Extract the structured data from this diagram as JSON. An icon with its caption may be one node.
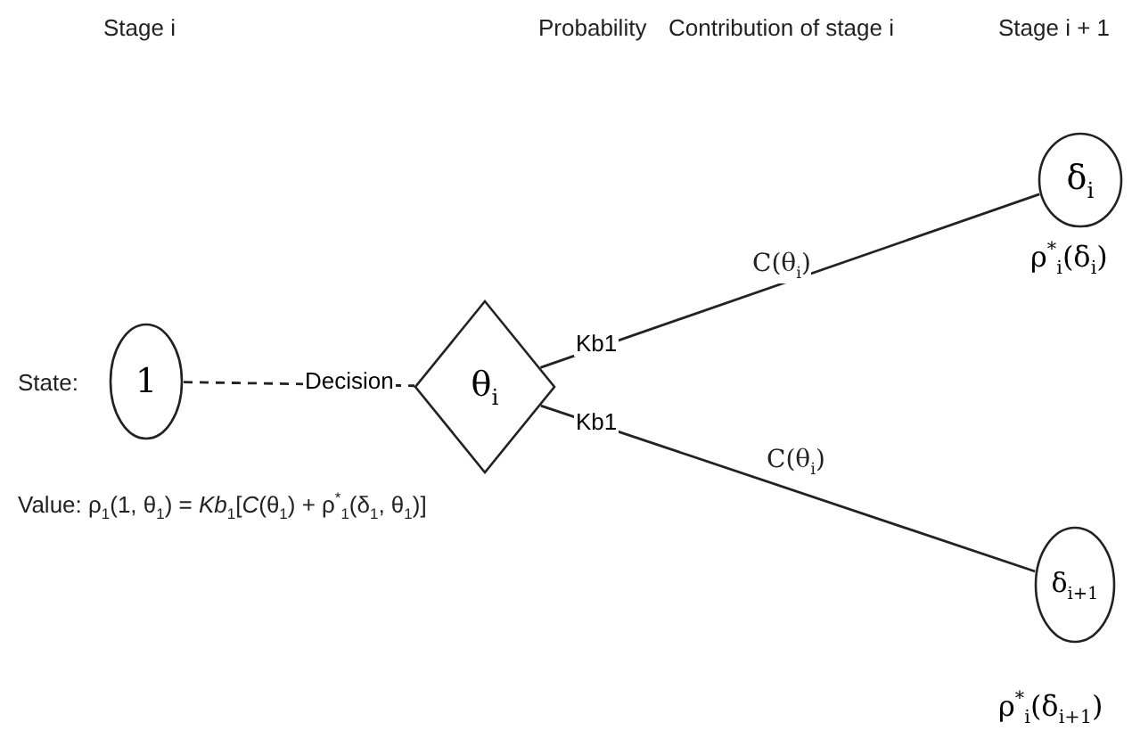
{
  "diagram": {
    "nodes": [
      {
        "text": [
          "1"
        ]
      },
      {
        "text": [
          "θ$_{i}$"
        ]
      },
      {
        "text": [
          "δ$_{i}$"
        ],
        "beside": [
          "ρ$^{*}$$_{i}$(δ$_{i}$)"
        ]
      },
      {
        "text": [
          "δ$_{i+1}$"
        ],
        "beside": [
          "ρ$^{*}$$_{i}$(δ$_{i+1}$)"
        ]
      }
    ],
    "edges": [
      {
        "from": 0,
        "to": 1,
        "arrow": "none",
        "style": "dashed",
        "label": "Decision"
      },
      {
        "from": 1,
        "to": 2,
        "arrow": "none",
        "label": "Kb1"
      },
      {
        "from": 1,
        "to": 3,
        "arrow": "none",
        "label": "Kb1"
      }
    ],
    "labels": [
      "Stage i",
      "Probability",
      "Contribution of stage i",
      "Stage i + 1",
      "State:",
      "C(θ$_{i}$)",
      "C(θ$_{i}$)",
      "Value:  ρ$_{1}$(1, θ$_{1}$) = *Kb*$_{1}$[*C*(θ$_{1}$) + ρ$^{*}$$_{1}$(δ$_{1}$, θ$_{1}$)]"
    ]
  }
}
